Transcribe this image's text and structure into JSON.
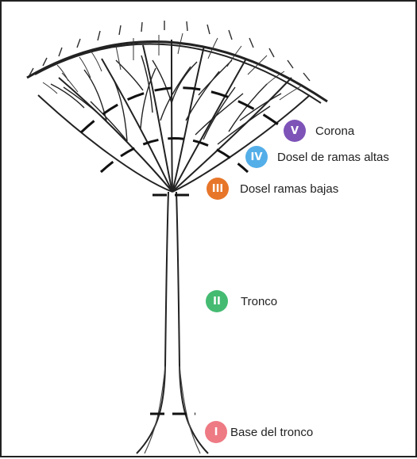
{
  "zones": [
    {
      "numeral": "V",
      "label": "Corona",
      "color": "#7e53b8"
    },
    {
      "numeral": "IV",
      "label": "Dosel de ramas altas",
      "color": "#54aee8"
    },
    {
      "numeral": "III",
      "label": "Dosel ramas bajas",
      "color": "#e7762a"
    },
    {
      "numeral": "II",
      "label": "Tronco",
      "color": "#45bb72"
    },
    {
      "numeral": "I",
      "label": "Base del tronco",
      "color": "#ee7a84"
    }
  ]
}
